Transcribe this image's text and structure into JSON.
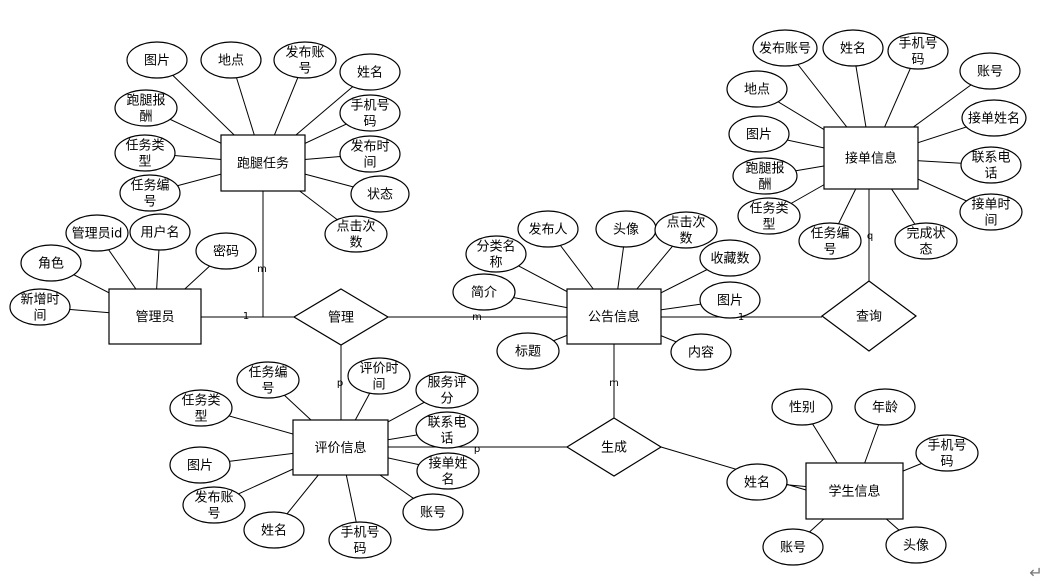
{
  "entities": {
    "errand_task": "跑腿任务",
    "admin": "管理员",
    "notice": "公告信息",
    "order": "接单信息",
    "review": "评价信息",
    "student": "学生信息"
  },
  "relations": {
    "manage": "管理",
    "query": "查询",
    "generate": "生成"
  },
  "attributes": {
    "errand_task": [
      [
        "图片"
      ],
      [
        "地点"
      ],
      [
        "发布账",
        "号"
      ],
      [
        "姓名"
      ],
      [
        "手机号",
        "码"
      ],
      [
        "跑腿报",
        "酬"
      ],
      [
        "发布时",
        "间"
      ],
      [
        "任务类",
        "型"
      ],
      [
        "任务编",
        "号"
      ],
      [
        "状态"
      ],
      [
        "点击次",
        "数"
      ]
    ],
    "admin": [
      [
        "管理员id"
      ],
      [
        "用户名"
      ],
      [
        "密码"
      ],
      [
        "角色"
      ],
      [
        "新增时",
        "间"
      ]
    ],
    "notice": [
      [
        "发布人"
      ],
      [
        "头像"
      ],
      [
        "点击次",
        "数"
      ],
      [
        "分类名",
        "称"
      ],
      [
        "收藏数"
      ],
      [
        "简介"
      ],
      [
        "图片"
      ],
      [
        "标题"
      ],
      [
        "内容"
      ]
    ],
    "order": [
      [
        "发布账号"
      ],
      [
        "姓名"
      ],
      [
        "手机号",
        "码"
      ],
      [
        "账号"
      ],
      [
        "地点"
      ],
      [
        "接单姓名"
      ],
      [
        "图片"
      ],
      [
        "联系电",
        "话"
      ],
      [
        "跑腿报",
        "酬"
      ],
      [
        "接单时",
        "间"
      ],
      [
        "任务类",
        "型"
      ],
      [
        "任务编",
        "号"
      ],
      [
        "完成状",
        "态"
      ]
    ],
    "review": [
      [
        "任务编",
        "号"
      ],
      [
        "评价时",
        "间"
      ],
      [
        "服务评",
        "分"
      ],
      [
        "任务类",
        "型"
      ],
      [
        "联系电",
        "话"
      ],
      [
        "图片"
      ],
      [
        "接单姓",
        "名"
      ],
      [
        "发布账",
        "号"
      ],
      [
        "姓名"
      ],
      [
        "手机号",
        "码"
      ],
      [
        "账号"
      ]
    ],
    "student": [
      [
        "性别"
      ],
      [
        "年龄"
      ],
      [
        "手机号",
        "码"
      ],
      [
        "姓名"
      ],
      [
        "账号"
      ],
      [
        "头像"
      ]
    ]
  },
  "cardinalities": {
    "task_manage": "m",
    "admin_manage": "1",
    "manage_notice": "m",
    "manage_review": "p",
    "notice_query": "1",
    "order_query": "q",
    "notice_generate": "m",
    "review_generate": "p"
  },
  "corner_mark": "↵"
}
